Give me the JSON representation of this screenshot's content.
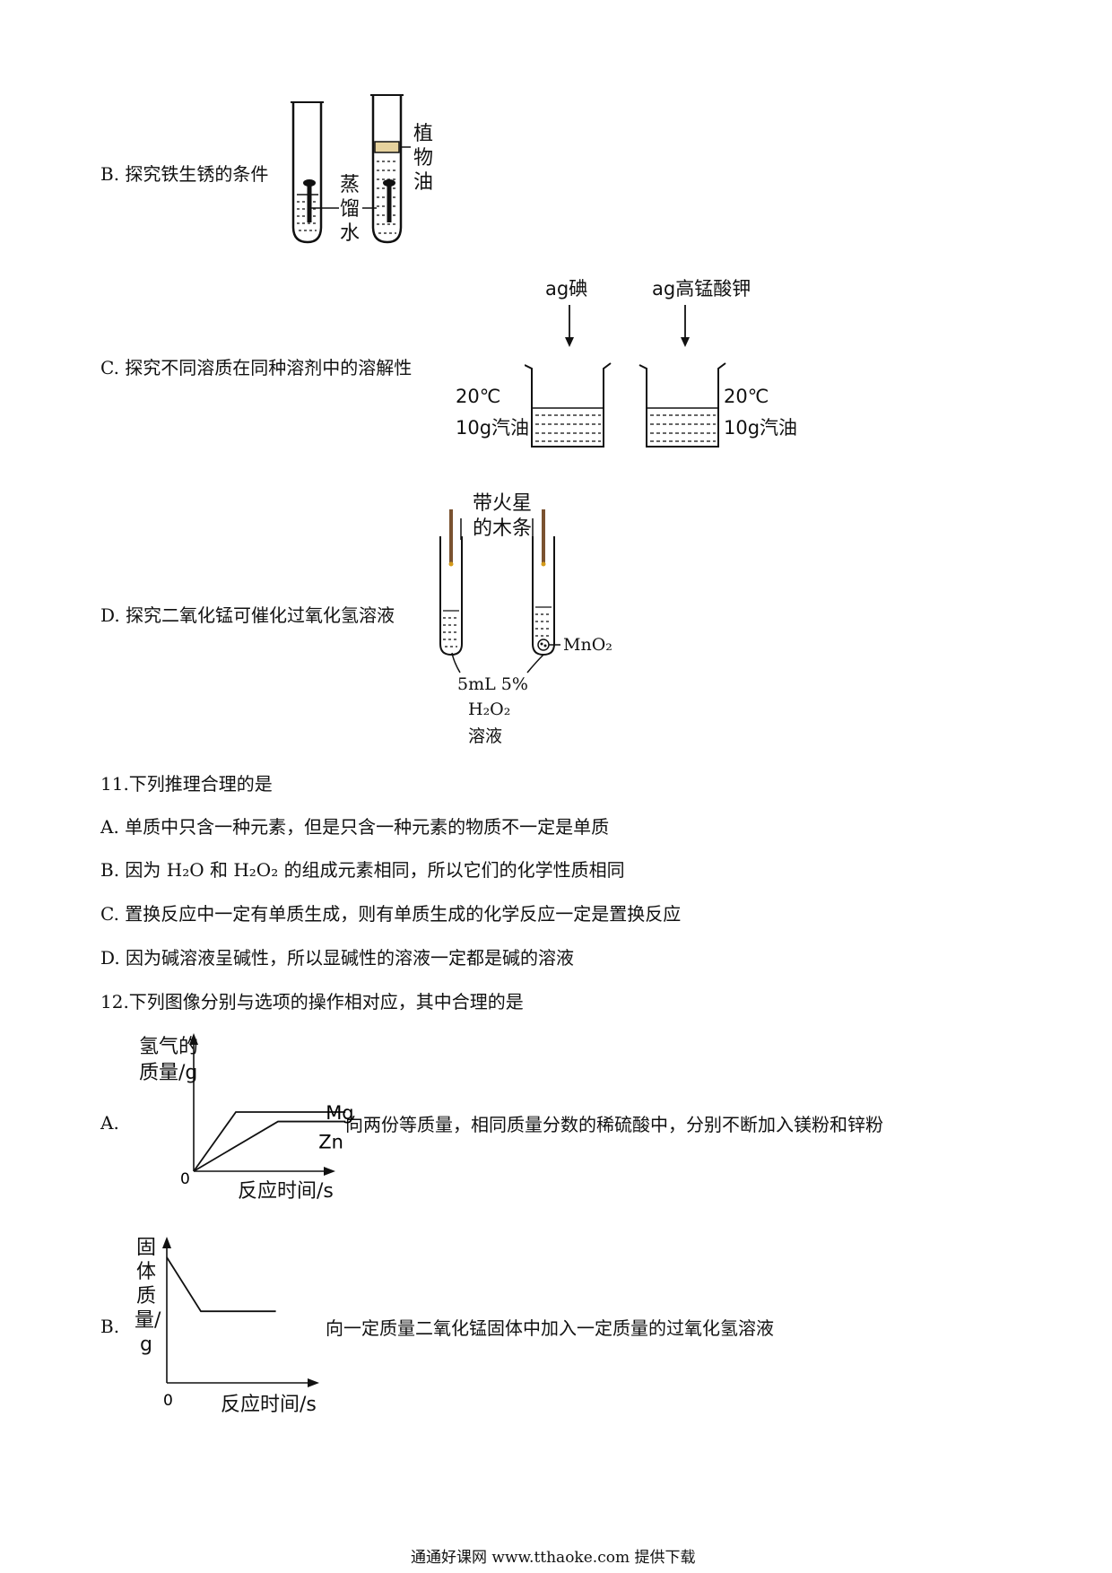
{
  "q10": {
    "optB": {
      "label": "B. 探究铁生锈的条件",
      "oil": "植物油",
      "water": "蒸馏水"
    },
    "optC": {
      "label": "C. 探究不同溶质在同种溶剂中的溶解性",
      "solute1": "ag碘",
      "solute2": "ag高锰酸钾",
      "cond_temp": "20℃",
      "cond_solvent": "10g汽油"
    },
    "optD": {
      "label": "D. 探究二氧化锰可催化过氧化氢溶液",
      "stick": "带火星的木条",
      "catalyst": "MnO₂",
      "solution_amount": "5mL 5%",
      "solution_name_main": "H₂O₂",
      "solution_name_sub": "溶液"
    }
  },
  "q11": {
    "stem": "11.下列推理合理的是",
    "options": [
      "A.  单质中只含一种元素，但是只含一种元素的物质不一定是单质",
      "B.  因为 H₂O 和 H₂O₂ 的组成元素相同，所以它们的化学性质相同",
      "C.  置换反应中一定有单质生成，则有单质生成的化学反应一定是置换反应",
      "D.  因为碱溶液呈碱性，所以显碱性的溶液一定都是碱的溶液"
    ]
  },
  "q12": {
    "stem": "12.下列图像分别与选项的操作相对应，其中合理的是",
    "optA": {
      "letter": "A.",
      "description": "向两份等质量，相同质量分数的稀硫酸中，分别不断加入镁粉和锌粉"
    },
    "optB": {
      "letter": "B.",
      "description": "向一定质量二氧化锰固体中加入一定质量的过氧化氢溶液"
    }
  },
  "chart_data": [
    {
      "type": "line",
      "ylabel": "氢气的质量/g",
      "xlabel": "反应时间/s",
      "origin_label": "0",
      "series": [
        {
          "name": "Mg",
          "x": [
            0,
            1,
            3.6
          ],
          "y": [
            0,
            1,
            1
          ]
        },
        {
          "name": "Zn",
          "x": [
            0,
            2,
            3.6
          ],
          "y": [
            0,
            0.84,
            0.84
          ]
        }
      ]
    },
    {
      "type": "line",
      "ylabel": "固体质量/g",
      "xlabel": "反应时间/s",
      "origin_label": "0",
      "series": [
        {
          "x": [
            0,
            1,
            3.2
          ],
          "y": [
            1,
            0.57,
            0.57
          ]
        }
      ]
    }
  ],
  "footer": "通通好课网  www.tthaoke.com  提供下载"
}
